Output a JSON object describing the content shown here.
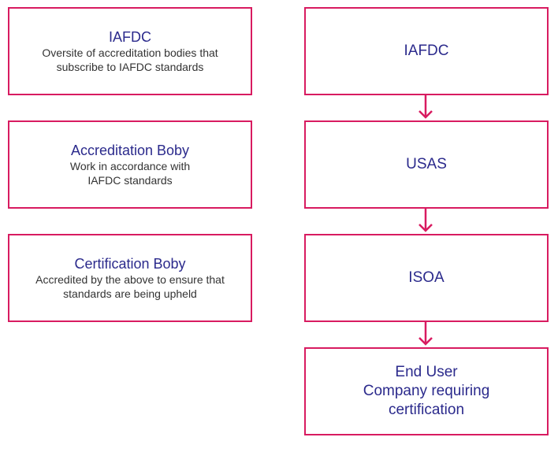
{
  "left_boxes": [
    {
      "title": "IAFDC",
      "description_lines": [
        "Oversite of accreditation bodies that",
        "subscribe to IAFDC standards"
      ]
    },
    {
      "title": "Accreditation Boby",
      "description_lines": [
        "Work in accordance with",
        "IAFDC standards"
      ]
    },
    {
      "title": "Certification Boby",
      "description_lines": [
        "Accredited by the above to ensure that",
        "standards are being upheld"
      ]
    }
  ],
  "right_flow": [
    {
      "label_lines": [
        "IAFDC"
      ]
    },
    {
      "label_lines": [
        "USAS"
      ]
    },
    {
      "label_lines": [
        "ISOA"
      ]
    },
    {
      "label_lines": [
        "End User",
        "Company requiring",
        "certification"
      ]
    }
  ],
  "colors": {
    "border": "#d81b60",
    "arrow": "#d81b60",
    "title_text": "#2b2a8c",
    "body_text": "#333333"
  }
}
